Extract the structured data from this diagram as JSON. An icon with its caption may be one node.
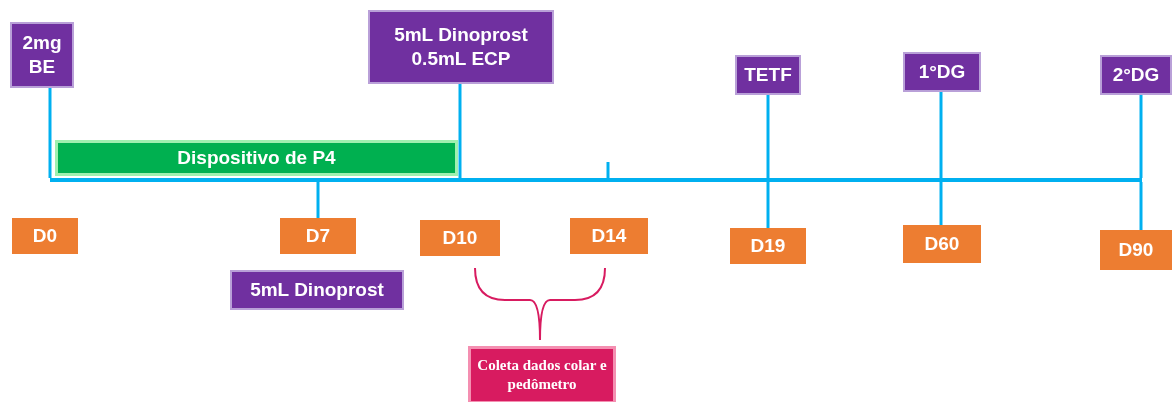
{
  "diagram": {
    "nodes": [
      {
        "text": [
          "2mg BE"
        ]
      },
      {
        "text": [
          "5mL Dinoprost 0.5mL ECP"
        ]
      },
      {
        "text": [
          "TETF"
        ]
      },
      {
        "text": [
          "1°DG"
        ]
      },
      {
        "text": [
          "2°DG"
        ]
      },
      {
        "text": [
          "Dispositivo de P4"
        ]
      },
      {
        "text": [],
        "shape": "bar"
      },
      {
        "text": [
          "D0"
        ]
      },
      {
        "text": [
          "D7"
        ]
      },
      {
        "text": [
          "D10"
        ]
      },
      {
        "text": [
          "D14"
        ]
      },
      {
        "text": [
          "D19"
        ]
      },
      {
        "text": [
          "D60"
        ]
      },
      {
        "text": [
          "D90"
        ]
      },
      {
        "text": [
          "5mL Dinoprost"
        ]
      },
      {
        "text": [
          "Coleta dados colar e pedômetro"
        ]
      }
    ],
    "edges": [
      {
        "from": 0,
        "to": 6,
        "arrow": "none"
      },
      {
        "from": 1,
        "to": 6,
        "arrow": "none"
      },
      {
        "from": 2,
        "to": 6,
        "arrow": "none"
      },
      {
        "from": 3,
        "to": 6,
        "arrow": "none"
      },
      {
        "from": 4,
        "to": 6,
        "arrow": "none"
      },
      {
        "from": 6,
        "to": 8,
        "arrow": "none"
      },
      {
        "from": 6,
        "to": 11,
        "arrow": "none"
      },
      {
        "from": 6,
        "to": 12,
        "arrow": "none"
      },
      {
        "from": 6,
        "to": 13,
        "arrow": "none"
      }
    ]
  }
}
